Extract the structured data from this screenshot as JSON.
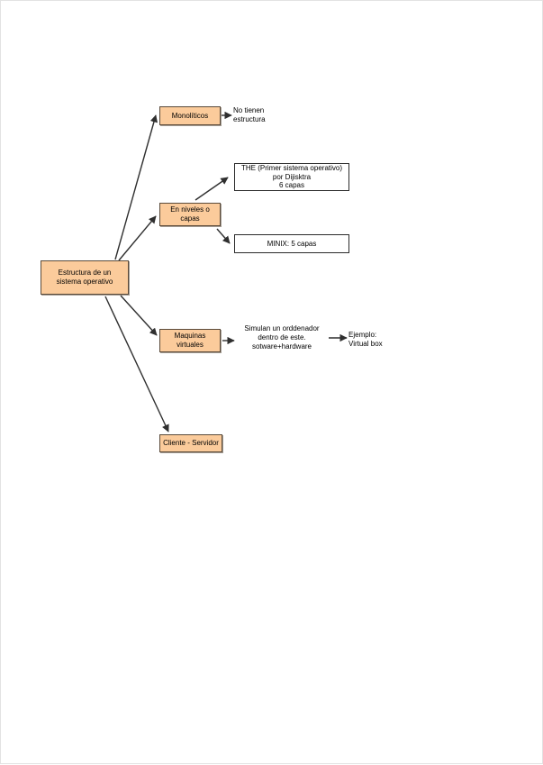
{
  "document": {
    "type": "concept-map",
    "language": "es",
    "background_color": "#ffffff",
    "node_fill_color": "#fbcb9b",
    "node_border_color": "#5a4a3a",
    "plain_box_border_color": "#2b2b2b",
    "edge_color": "#2f2f2f"
  },
  "nodes": {
    "root": {
      "label": "Estructura de un\nsistema operativo",
      "style": "filled"
    },
    "monoliticos": {
      "label": "Monolíticos",
      "style": "filled"
    },
    "no_estructura": {
      "label": "No tienen\nestructura",
      "style": "bare"
    },
    "niveles": {
      "label": "En niveles o\ncapas",
      "style": "filled"
    },
    "the": {
      "label": "THE (Primer sistema operativo)\npor Dijisktra\n6 capas",
      "style": "plain"
    },
    "minix": {
      "label": "MINIX: 5 capas",
      "style": "plain"
    },
    "maquinas": {
      "label": "Maquinas\nvirtuales",
      "style": "filled"
    },
    "simulan": {
      "label": "Simulan un orddenador\ndentro de este.\nsotware+hardware",
      "style": "bare"
    },
    "ejemplo": {
      "label": "Ejemplo:\nVirtual box",
      "style": "bare"
    },
    "cliente": {
      "label": "Cliente -  Servidor",
      "style": "filled"
    }
  },
  "edges": [
    {
      "from": "root",
      "to": "monoliticos"
    },
    {
      "from": "monoliticos",
      "to": "no_estructura"
    },
    {
      "from": "root",
      "to": "niveles"
    },
    {
      "from": "niveles",
      "to": "the"
    },
    {
      "from": "niveles",
      "to": "minix"
    },
    {
      "from": "root",
      "to": "maquinas"
    },
    {
      "from": "maquinas",
      "to": "simulan"
    },
    {
      "from": "simulan",
      "to": "ejemplo"
    },
    {
      "from": "root",
      "to": "cliente"
    }
  ]
}
